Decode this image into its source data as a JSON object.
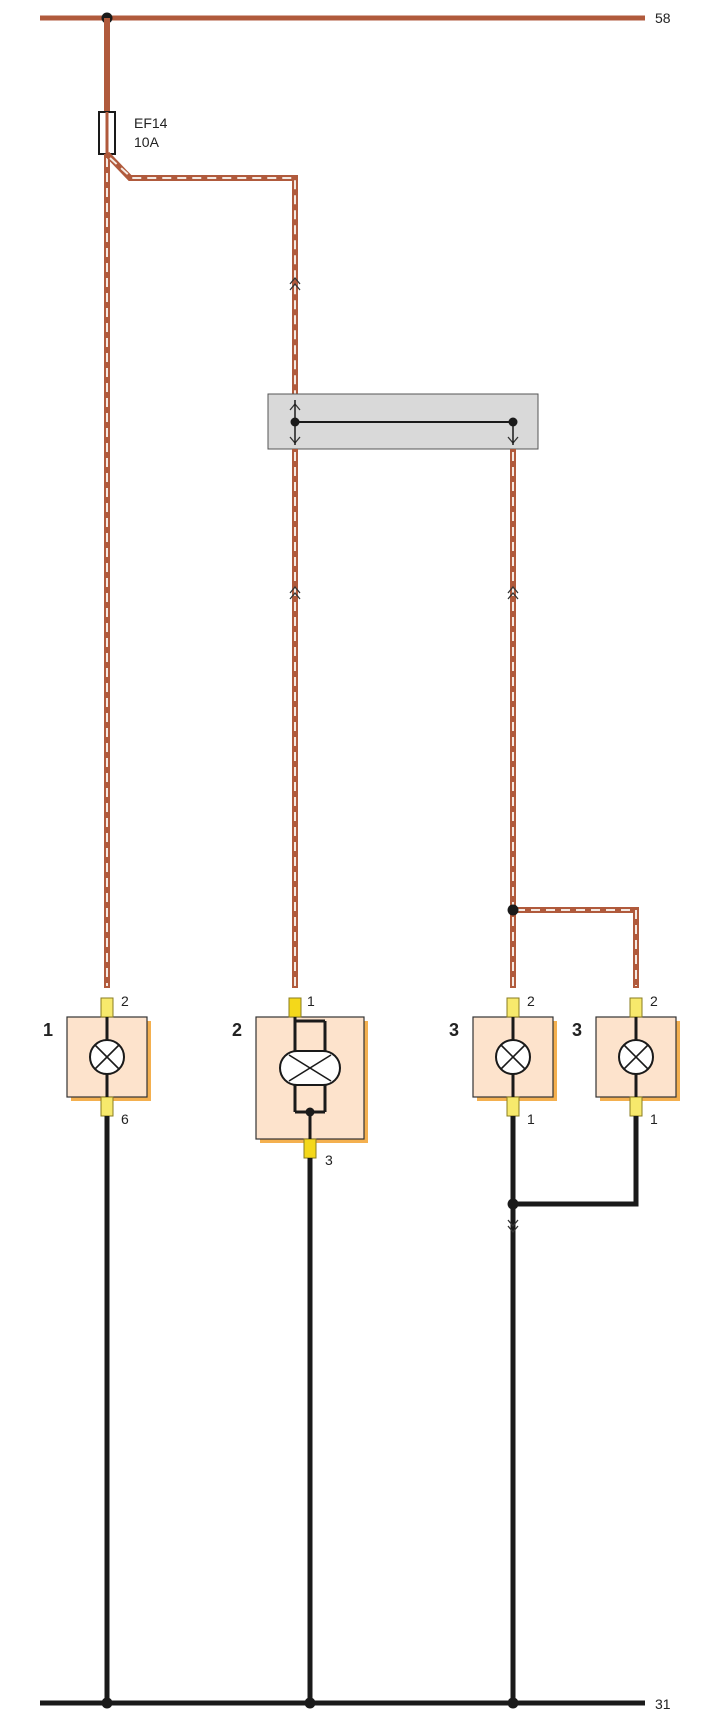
{
  "terminals": {
    "top": "58",
    "bottom": "31"
  },
  "fuse": {
    "name": "EF14",
    "rating": "10A"
  },
  "components": {
    "c1": {
      "label": "1",
      "pin_top": "2",
      "pin_bottom": "6"
    },
    "c2": {
      "label": "2",
      "pin_top": "1",
      "pin_bottom": "3"
    },
    "c3a": {
      "label": "3",
      "pin_top": "2",
      "pin_bottom": "1"
    },
    "c3b": {
      "label": "3",
      "pin_top": "2",
      "pin_bottom": "1"
    }
  },
  "colors": {
    "feed_wire": "#b05a3c",
    "ground_wire": "#1a1a1a",
    "component_fill": "#fde3cc",
    "component_shadow": "#f4b04f",
    "connector_pin": "#f7e96c",
    "switch_fill": "#d9d9d9"
  },
  "icons": [
    "lamp-icon",
    "double-filament-lamp-icon",
    "fuse-icon",
    "connector-chevron-icon"
  ]
}
